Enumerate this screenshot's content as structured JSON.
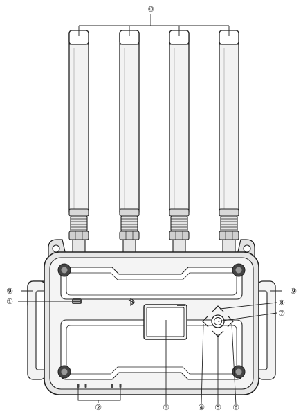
{
  "callouts": [
    {
      "id": "1",
      "glyph": "①"
    },
    {
      "id": "2",
      "glyph": "②"
    },
    {
      "id": "3",
      "glyph": "③"
    },
    {
      "id": "4",
      "glyph": "④"
    },
    {
      "id": "5",
      "glyph": "⑤"
    },
    {
      "id": "6",
      "glyph": "⑥"
    },
    {
      "id": "7",
      "glyph": "⑦"
    },
    {
      "id": "8",
      "glyph": "⑧"
    },
    {
      "id": "9",
      "glyph": "⑨"
    },
    {
      "id": "10",
      "glyph": "⑩"
    }
  ],
  "parts": {
    "antennas": 4,
    "indicator_leds": 4,
    "corner_screws": 4,
    "side_handles": 2
  },
  "colors": {
    "outline": "#222222",
    "fill_light": "#f2f2f2",
    "fill_mid": "#e2e2e2",
    "fill_dark": "#444444"
  }
}
